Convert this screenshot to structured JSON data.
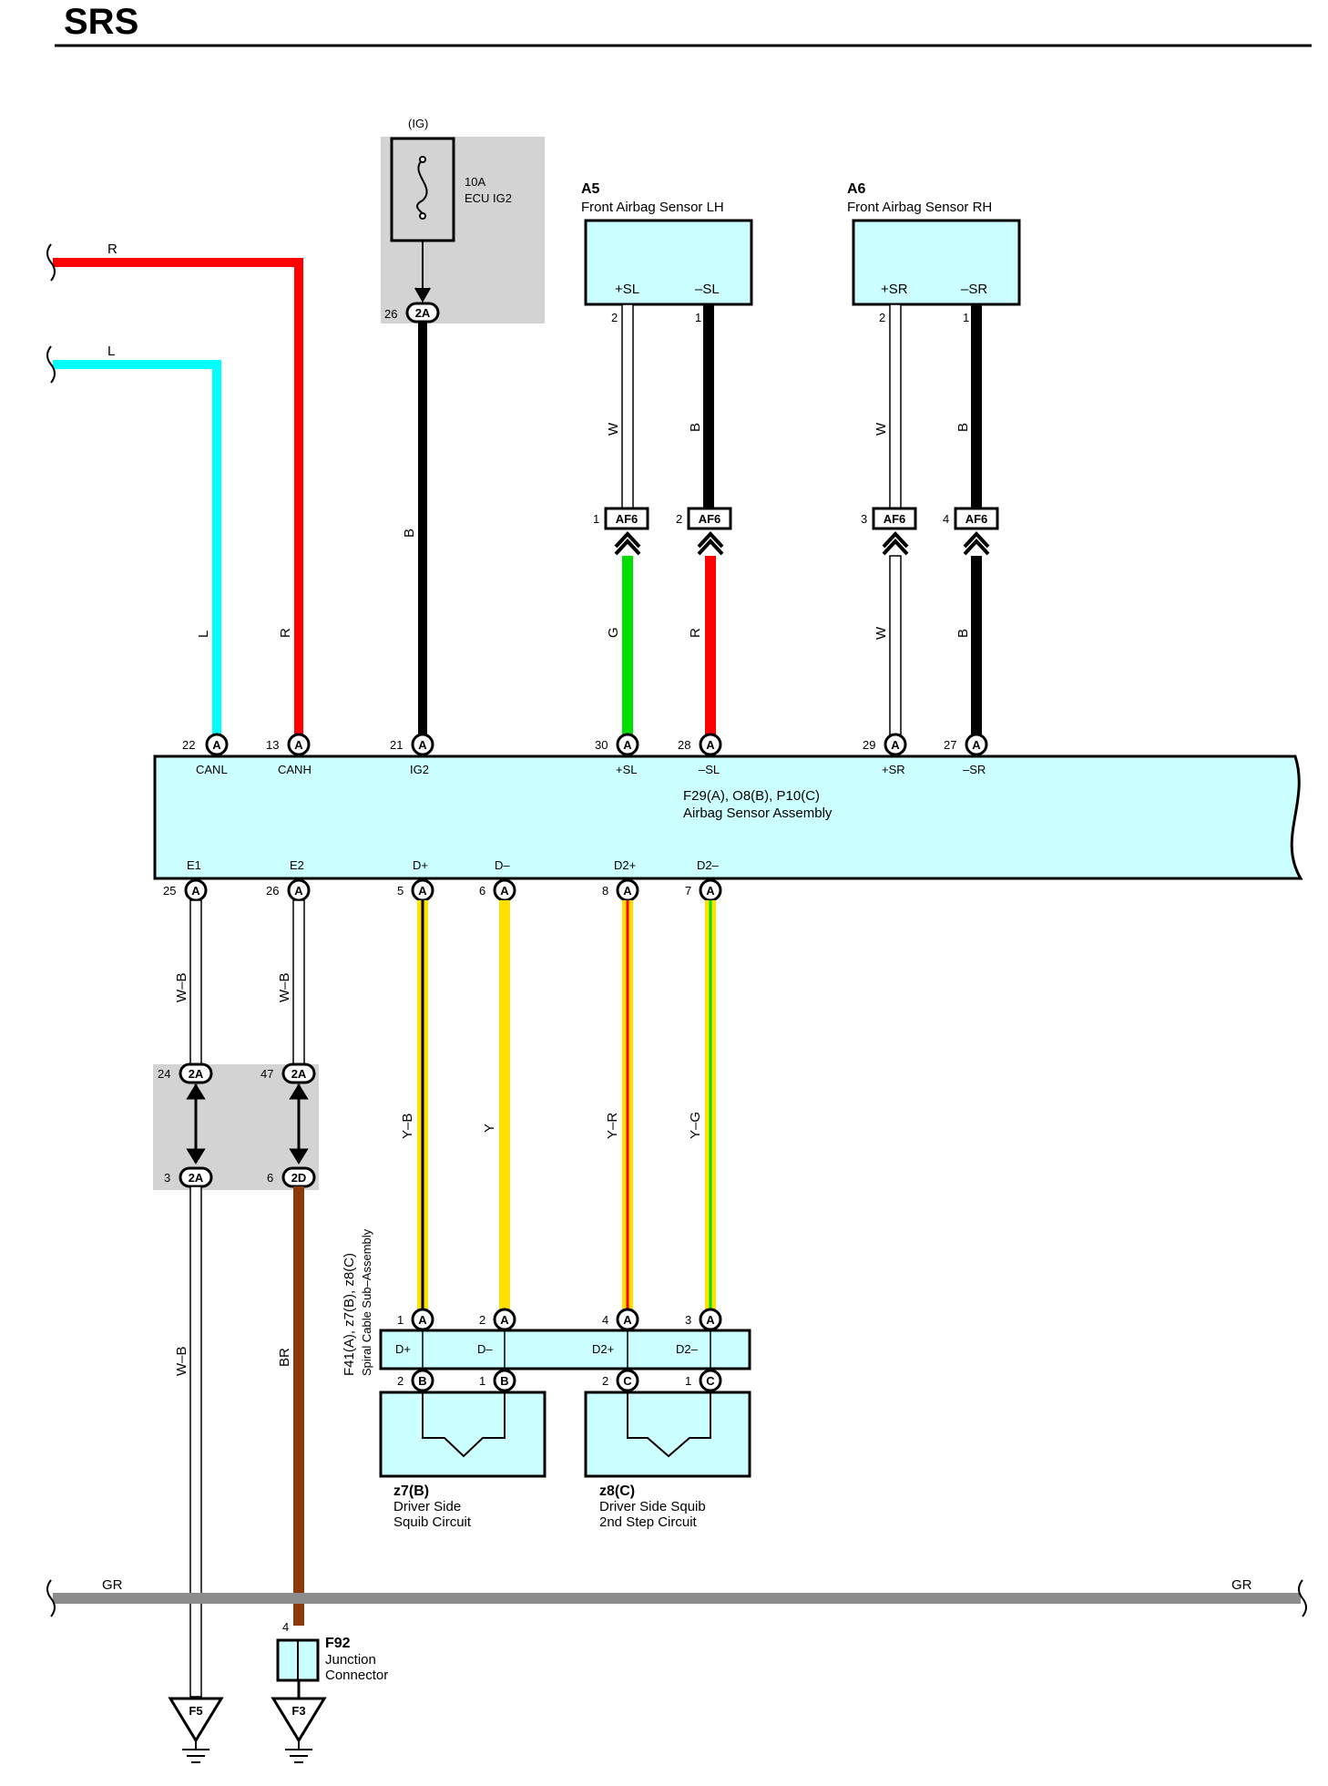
{
  "title": "SRS",
  "colors": {
    "red": "#ff0000",
    "blue": "#00ffff",
    "black": "#000000",
    "green": "#00dd00",
    "yellow": "#ffe000",
    "brown": "#8b3a0c",
    "gray": "#8c8c8c",
    "component_fill": "#ccffff",
    "shade": "#d3d3d3"
  },
  "left_wires": {
    "r": "R",
    "l": "L"
  },
  "fuse": {
    "source": "(IG)",
    "rating": "10A",
    "name": "ECU IG2",
    "pin": "26",
    "connector": "2A"
  },
  "sensor_lh": {
    "code": "A5",
    "name": "Front Airbag Sensor LH",
    "pos": "+SL",
    "neg": "–SL",
    "pos_pin": "2",
    "neg_pin": "1",
    "pos_wire": "W",
    "neg_wire": "B"
  },
  "sensor_rh": {
    "code": "A6",
    "name": "Front Airbag Sensor RH",
    "pos": "+SR",
    "neg": "–SR",
    "pos_pin": "2",
    "neg_pin": "1",
    "pos_wire": "W",
    "neg_wire": "B"
  },
  "af6": {
    "name": "AF6",
    "pins": [
      "1",
      "2",
      "3",
      "4"
    ],
    "lower_wires": [
      "G",
      "R",
      "W",
      "B"
    ]
  },
  "ig2_wire": "B",
  "ecu_wire_labels": {
    "canl": "L",
    "canh": "R"
  },
  "ecu": {
    "code": "F29(A), O8(B), P10(C)",
    "name": "Airbag Sensor Assembly",
    "connector_letter": "A",
    "top_pins": [
      {
        "num": "22",
        "name": "CANL"
      },
      {
        "num": "13",
        "name": "CANH"
      },
      {
        "num": "21",
        "name": "IG2"
      },
      {
        "num": "30",
        "name": "+SL"
      },
      {
        "num": "28",
        "name": "–SL"
      },
      {
        "num": "29",
        "name": "+SR"
      },
      {
        "num": "27",
        "name": "–SR"
      }
    ],
    "bottom_pins": [
      {
        "num": "25",
        "name": "E1"
      },
      {
        "num": "26",
        "name": "E2"
      },
      {
        "num": "5",
        "name": "D+"
      },
      {
        "num": "6",
        "name": "D–"
      },
      {
        "num": "8",
        "name": "D2+"
      },
      {
        "num": "7",
        "name": "D2–"
      }
    ]
  },
  "ground_wires": {
    "e1_upper": "W–B",
    "e2_upper": "W–B",
    "e1_lower": "W–B",
    "e2_lower": "BR"
  },
  "junction_2": {
    "upper": [
      {
        "num": "24",
        "conn": "2A"
      },
      {
        "num": "47",
        "conn": "2A"
      }
    ],
    "lower": [
      {
        "num": "3",
        "conn": "2A"
      },
      {
        "num": "6",
        "conn": "2D"
      }
    ]
  },
  "squib_wires": [
    "Y–B",
    "Y",
    "Y–R",
    "Y–G"
  ],
  "spiral": {
    "code": "F41(A), z7(B), z8(C)",
    "name": "Spiral Cable Sub–Assembly",
    "top_pins": [
      {
        "num": "1",
        "conn": "A",
        "name": "D+"
      },
      {
        "num": "2",
        "conn": "A",
        "name": "D–"
      },
      {
        "num": "4",
        "conn": "A",
        "name": "D2+"
      },
      {
        "num": "3",
        "conn": "A",
        "name": "D2–"
      }
    ],
    "bottom_pins": [
      {
        "num": "2",
        "conn": "B"
      },
      {
        "num": "1",
        "conn": "B"
      },
      {
        "num": "2",
        "conn": "C"
      },
      {
        "num": "1",
        "conn": "C"
      }
    ]
  },
  "squib1": {
    "code": "z7(B)",
    "line1": "Driver Side",
    "line2": "Squib Circuit"
  },
  "squib2": {
    "code": "z8(C)",
    "line1": "Driver Side Squib",
    "line2": "2nd Step Circuit"
  },
  "gr_bus": {
    "left": "GR",
    "right": "GR"
  },
  "junction_connector": {
    "code": "F92",
    "line1": "Junction",
    "line2": "Connector",
    "pin": "4"
  },
  "grounds": [
    "F5",
    "F3"
  ]
}
